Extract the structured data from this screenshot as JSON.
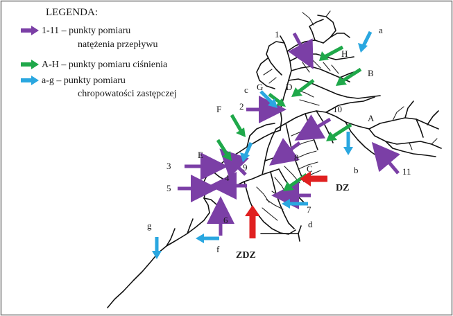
{
  "legend": {
    "title": "LEGENDA:",
    "items": [
      {
        "symbol": "1-11",
        "sep": "–",
        "line1": "punkty pomiaru",
        "line2": "natężenia przepływu",
        "color": "#7b3fa6"
      },
      {
        "symbol": "A-H",
        "sep": "–",
        "line1": "punkty pomiaru ciśnienia",
        "line2": "",
        "color": "#1fa84a"
      },
      {
        "symbol": "a-g",
        "sep": "–",
        "line1": "punkty pomiaru",
        "line2": "chropowatości zastępczej",
        "color": "#2aa7e0"
      }
    ]
  },
  "colors": {
    "flow": "#7b3fa6",
    "pressure": "#1fa84a",
    "roughness": "#2aa7e0",
    "source": "#e02020",
    "network": "#111111",
    "border": "#777777"
  },
  "flow_points": [
    "1",
    "2",
    "3",
    "4",
    "5",
    "6",
    "7",
    "8",
    "9",
    "10",
    "11"
  ],
  "pressure_points": [
    "A",
    "B",
    "C",
    "D",
    "E",
    "F",
    "G",
    "H"
  ],
  "roughness_points": [
    "a",
    "b",
    "c",
    "d",
    "f",
    "g"
  ],
  "sources": [
    "DZ",
    "ZDZ"
  ]
}
